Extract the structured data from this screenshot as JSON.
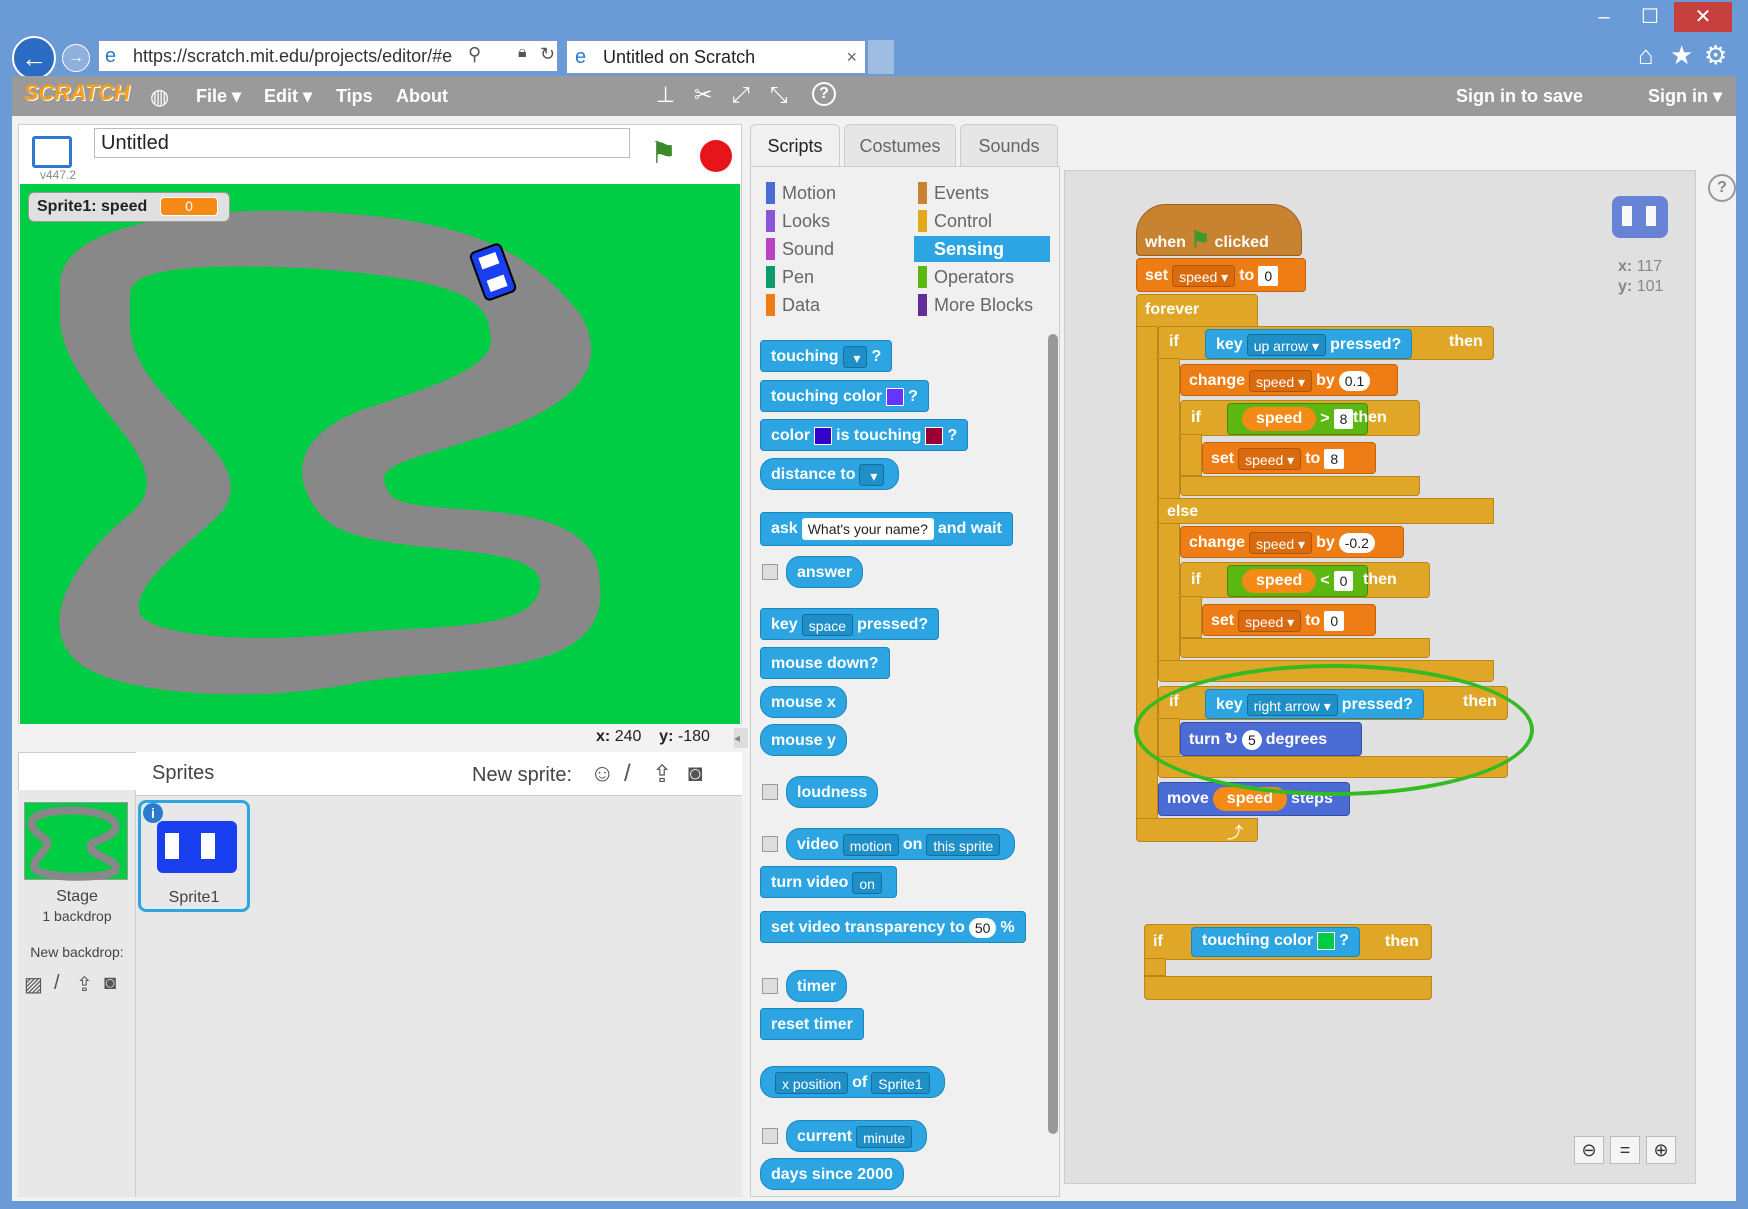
{
  "browser": {
    "url": "https://scratch.mit.edu/projects/editor/#e",
    "tab_title": "Untitled on Scratch",
    "tab_close": "×",
    "win_min": "–",
    "win_max": "☐",
    "win_close": "✕"
  },
  "menubar": {
    "logo": "SCRATCH",
    "file": "File ▾",
    "edit": "Edit ▾",
    "tips": "Tips",
    "about": "About",
    "sign_in_save": "Sign in to save",
    "sign_in": "Sign in ▾"
  },
  "stage": {
    "title_value": "Untitled",
    "version": "v447.2",
    "monitor_label": "Sprite1: speed",
    "monitor_value": "0",
    "x_label": "x:",
    "x_value": "240",
    "y_label": "y:",
    "y_value": "-180"
  },
  "sprites": {
    "header": "Sprites",
    "new_sprite": "New sprite:",
    "stage_label": "Stage",
    "backdrop_count": "1 backdrop",
    "new_backdrop": "New backdrop:",
    "sprite1": "Sprite1"
  },
  "tabs": [
    "Scripts",
    "Costumes",
    "Sounds"
  ],
  "categories": {
    "left": [
      {
        "label": "Motion",
        "color": "#4a6cd4"
      },
      {
        "label": "Looks",
        "color": "#8a55d7"
      },
      {
        "label": "Sound",
        "color": "#bb42c3"
      },
      {
        "label": "Pen",
        "color": "#0e9a6c"
      },
      {
        "label": "Data",
        "color": "#ee7d16"
      }
    ],
    "right": [
      {
        "label": "Events",
        "color": "#c88330"
      },
      {
        "label": "Control",
        "color": "#e1a91a"
      },
      {
        "label": "Sensing",
        "color": "#2ca5e2"
      },
      {
        "label": "Operators",
        "color": "#5cb712"
      },
      {
        "label": "More Blocks",
        "color": "#632d99"
      }
    ]
  },
  "palette": {
    "touching": "touching",
    "q": "?",
    "touching_color": "touching color",
    "color": "color",
    "is_touching": "is touching",
    "distance_to": "distance to",
    "ask": "ask",
    "ask_default": "What's your name?",
    "and_wait": "and wait",
    "answer": "answer",
    "key": "key",
    "space": "space",
    "pressed": "pressed?",
    "mouse_down": "mouse down?",
    "mouse_x": "mouse x",
    "mouse_y": "mouse y",
    "loudness": "loudness",
    "video": "video",
    "motion": "motion",
    "on": "on",
    "this_sprite": "this sprite",
    "turn_video": "turn video",
    "on_opt": "on",
    "set_video_transparency": "set video transparency to",
    "transparency_val": "50",
    "percent": "%",
    "timer": "timer",
    "reset_timer": "reset timer",
    "x_position": "x position",
    "of": "of",
    "sprite1": "Sprite1",
    "current": "current",
    "minute": "minute",
    "days_since": "days since 2000"
  },
  "script": {
    "when": "when",
    "clicked": "clicked",
    "set": "set",
    "speed": "speed",
    "to": "to",
    "zero": "0",
    "forever": "forever",
    "if": "if",
    "key": "key",
    "up_arrow": "up arrow",
    "pressed": "pressed?",
    "then": "then",
    "change": "change",
    "by": "by",
    "inc": "0.1",
    "gt": ">",
    "eight": "8",
    "else": "else",
    "dec": "-0.2",
    "lt": "<",
    "right_arrow": "right arrow",
    "turn": "turn",
    "five": "5",
    "degrees": "degrees",
    "move": "move",
    "steps": "steps",
    "touching_color": "touching color",
    "q": "?"
  },
  "sprite_info": {
    "x_label": "x:",
    "x_value": "117",
    "y_label": "y:",
    "y_value": "101"
  }
}
